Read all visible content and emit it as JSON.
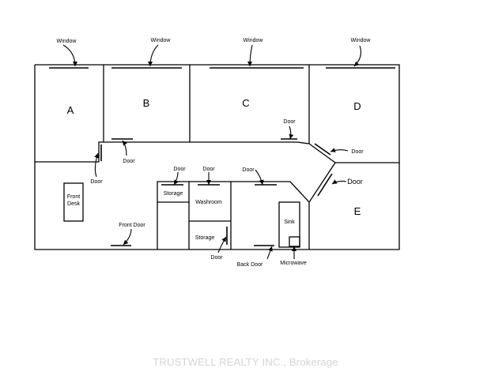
{
  "rooms": {
    "a": "A",
    "b": "B",
    "c": "C",
    "d": "D",
    "e": "E"
  },
  "labels": {
    "window": "Window",
    "door": "Door",
    "front_door": "Front Door",
    "back_door": "Back Door",
    "front_desk_line1": "Front",
    "front_desk_line2": "Desk",
    "storage": "Storage",
    "washroom": "Washroom",
    "sink": "Sink",
    "microwave": "Microwave"
  },
  "watermark": "TRUSTWELL REALTY INC., Brokerage"
}
